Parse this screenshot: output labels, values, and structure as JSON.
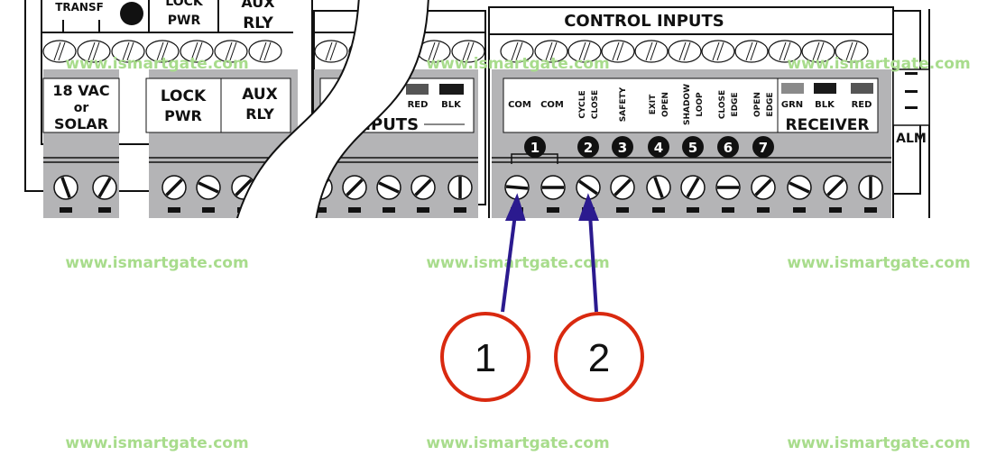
{
  "top_labels": {
    "transf": "TRANSF",
    "lock_pwr_top": "LOCK",
    "lock_pwr_top2": "PWR",
    "aux_top": "AUX",
    "aux_top2": "RLY",
    "control_inputs": "CONTROL INPUTS"
  },
  "left_blocks": {
    "power": [
      "18 VAC",
      "or",
      "SOLAR"
    ],
    "lock": [
      "LOCK",
      "PWR"
    ],
    "aux": [
      "AUX",
      "RLY"
    ],
    "inputs": {
      "title": "NPUTS",
      "red": "RED",
      "blk": "BLK"
    }
  },
  "control_inputs": {
    "labels": [
      [
        "COM"
      ],
      [
        "COM"
      ],
      [
        "CYCLE",
        "CLOSE"
      ],
      [
        "SAFETY"
      ],
      [
        "EXIT",
        "OPEN"
      ],
      [
        "SHADOW",
        "LOOP"
      ],
      [
        "CLOSE",
        "EDGE"
      ],
      [
        "OPEN",
        "EDGE"
      ]
    ],
    "numbers": [
      "1",
      "2",
      "3",
      "4",
      "5",
      "6",
      "7"
    ],
    "receiver": {
      "title": "RECEIVER",
      "wires": [
        "GRN",
        "BLK",
        "RED"
      ],
      "colors": [
        "#8a8a8a",
        "#1a1a1a",
        "#555555"
      ]
    }
  },
  "alarm_label": "ALM",
  "callouts": [
    {
      "label": "1",
      "points_to": "COM"
    },
    {
      "label": "2",
      "points_to": "CYCLE CLOSE"
    }
  ],
  "watermark": "www.ismartgate.com",
  "colors": {
    "panel_gray": "#b4b4b6",
    "arrow": "#2b1a8f",
    "callout_red": "#d9290f",
    "watermark": "#a8dc8c"
  }
}
